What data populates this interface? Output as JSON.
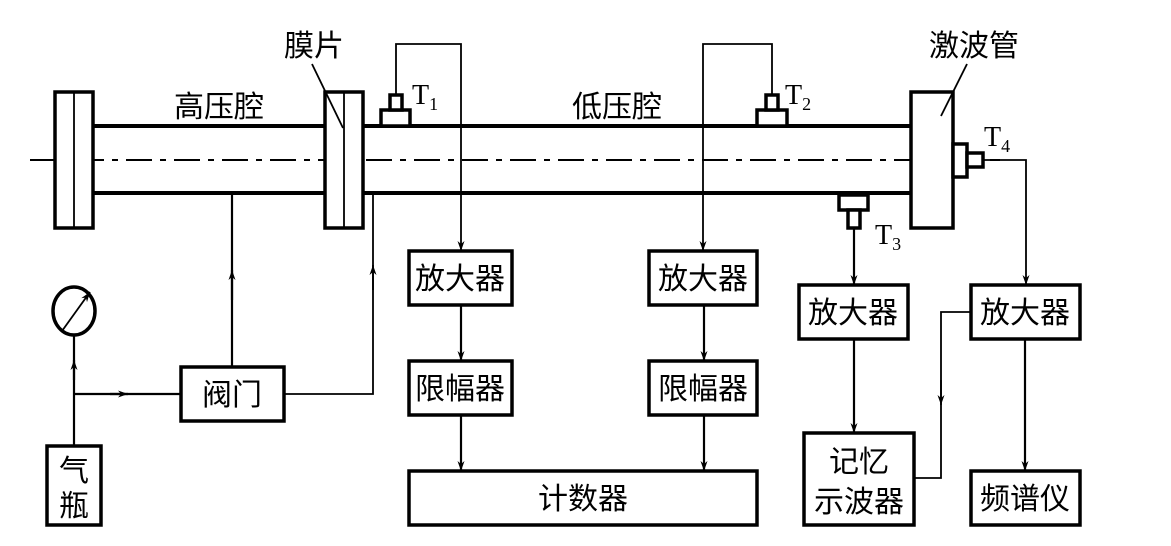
{
  "labels": {
    "high_pressure_chamber": "高压腔",
    "diaphragm": "膜片",
    "low_pressure_chamber": "低压腔",
    "shock_tube": "激波管",
    "valve": "阀门",
    "gas_cylinder": [
      "气",
      "瓶"
    ],
    "amplifier": "放大器",
    "limiter": "限幅器",
    "counter": "计数器",
    "memory_oscilloscope": [
      "记忆",
      "示波器"
    ],
    "spectrum_analyzer": "频谱仪"
  },
  "sensors": [
    {
      "letter": "T",
      "sub": "1"
    },
    {
      "letter": "T",
      "sub": "2"
    },
    {
      "letter": "T",
      "sub": "3"
    },
    {
      "letter": "T",
      "sub": "4"
    }
  ],
  "icons": {
    "pressure_gauge": "pressure-gauge-icon"
  }
}
